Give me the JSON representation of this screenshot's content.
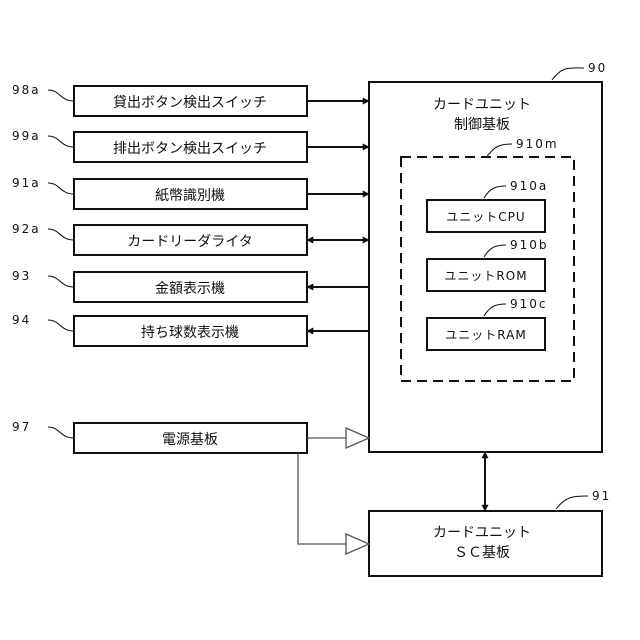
{
  "left_blocks": [
    {
      "ref": "98a",
      "label": "貸出ボタン検出スイッチ"
    },
    {
      "ref": "99a",
      "label": "排出ボタン検出スイッチ"
    },
    {
      "ref": "91a",
      "label": "紙幣識別機"
    },
    {
      "ref": "92a",
      "label": "カードリーダライタ"
    },
    {
      "ref": "93",
      "label": "金額表示機"
    },
    {
      "ref": "94",
      "label": "持ち球数表示機"
    }
  ],
  "power_board": {
    "ref": "97",
    "label": "電源基板"
  },
  "control_board": {
    "ref": "90",
    "title_line1": "カードユニット",
    "title_line2": "制御基板"
  },
  "unit_area": {
    "ref": "910m"
  },
  "unit_parts": [
    {
      "ref": "910a",
      "label": "ユニットCPU"
    },
    {
      "ref": "910b",
      "label": "ユニットROM"
    },
    {
      "ref": "910c",
      "label": "ユニットRAM"
    }
  ],
  "sc_board": {
    "ref": "91",
    "title_line1": "カードユニット",
    "title_line2": "ＳＣ基板"
  }
}
